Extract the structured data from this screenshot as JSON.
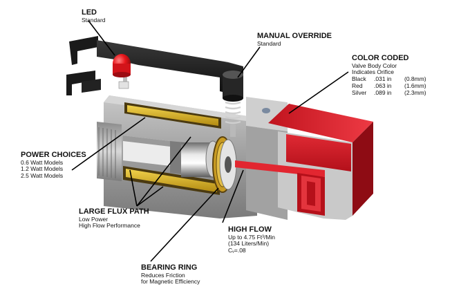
{
  "labels": {
    "led": {
      "title": "LED",
      "sub": "Standard"
    },
    "manual_override": {
      "title": "MANUAL OVERRIDE",
      "sub": "Standard"
    },
    "color_coded": {
      "title": "COLOR CODED",
      "lines": [
        "Valve Body Color",
        "Indicates Orifice"
      ],
      "rows": [
        {
          "color": "Black",
          "inch": ".031 in",
          "mm": "(0.8mm)"
        },
        {
          "color": "Red",
          "inch": ".063 in",
          "mm": "(1.6mm)"
        },
        {
          "color": "Silver",
          "inch": ".089 in",
          "mm": "(2.3mm)"
        }
      ]
    },
    "power_choices": {
      "title": "POWER CHOICES",
      "lines": [
        "0.6 Watt Models",
        "1.2 Watt Models",
        "2.5 Watt Models"
      ]
    },
    "large_flux_path": {
      "title": "LARGE FLUX PATH",
      "lines": [
        "Low Power",
        "High Flow Performance"
      ]
    },
    "high_flow": {
      "title": "HIGH FLOW",
      "lines": [
        "Up to 4.75 Ft³/Min",
        "(134 Liters/Min)",
        "Cᵥ=.08"
      ]
    },
    "bearing_ring": {
      "title": "BEARING RING",
      "lines": [
        "Reduces Friction",
        "for Magnetic Efficiency"
      ]
    }
  },
  "colors": {
    "housing_dark": "#1c1c1c",
    "body_gray": "#a9a9a9",
    "valve_red": "#e0202c",
    "coil_yellow": "#d9b21f",
    "led_red": "#e8161b"
  }
}
